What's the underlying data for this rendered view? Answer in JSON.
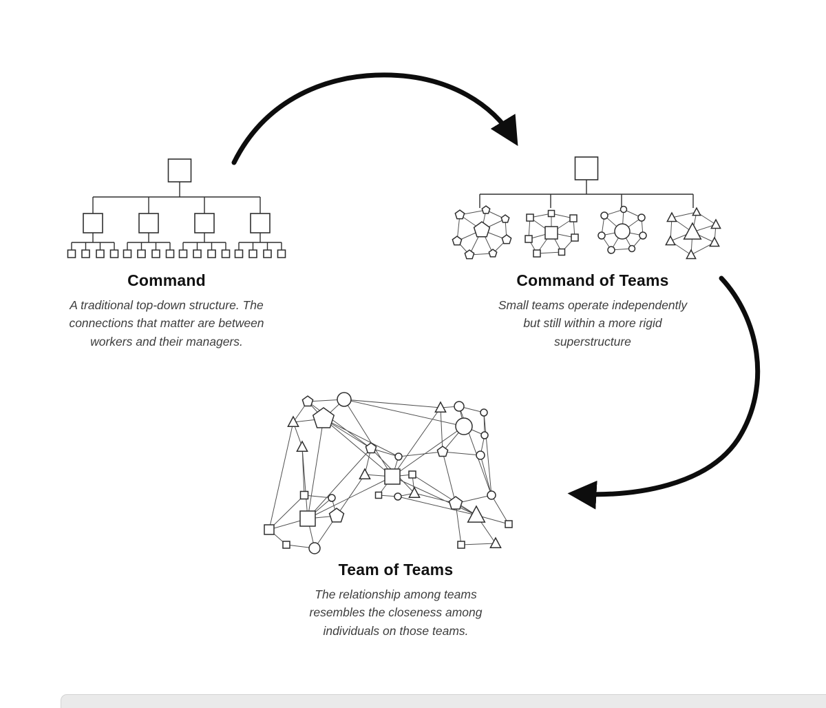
{
  "figure": {
    "command": {
      "title": "Command",
      "description_lines": [
        "A traditional top-down structure. The",
        "connections that matter are between",
        "workers and their managers."
      ]
    },
    "command_of_teams": {
      "title": "Command of Teams",
      "description_lines": [
        "Small teams operate independently",
        "but still within a more rigid",
        "superstructure"
      ]
    },
    "team_of_teams": {
      "title": "Team of Teams",
      "description_lines": [
        "The relationship among teams",
        "resembles the closeness among",
        "individuals on those teams."
      ]
    }
  },
  "style": {
    "background": "#ffffff",
    "shape_stroke": "#2e2e2e",
    "network_edge_stroke": "#4f4f4f",
    "arrow_color": "#0d0d0d",
    "title_color": "#111111",
    "description_color": "#3d3d3d",
    "window_edge_color": "#eaeaea"
  },
  "icons": {
    "team_member_shapes": [
      "pentagon",
      "square",
      "circle",
      "triangle"
    ],
    "arrows": [
      "curved-arrow-top",
      "curved-arrow-right-down"
    ]
  }
}
